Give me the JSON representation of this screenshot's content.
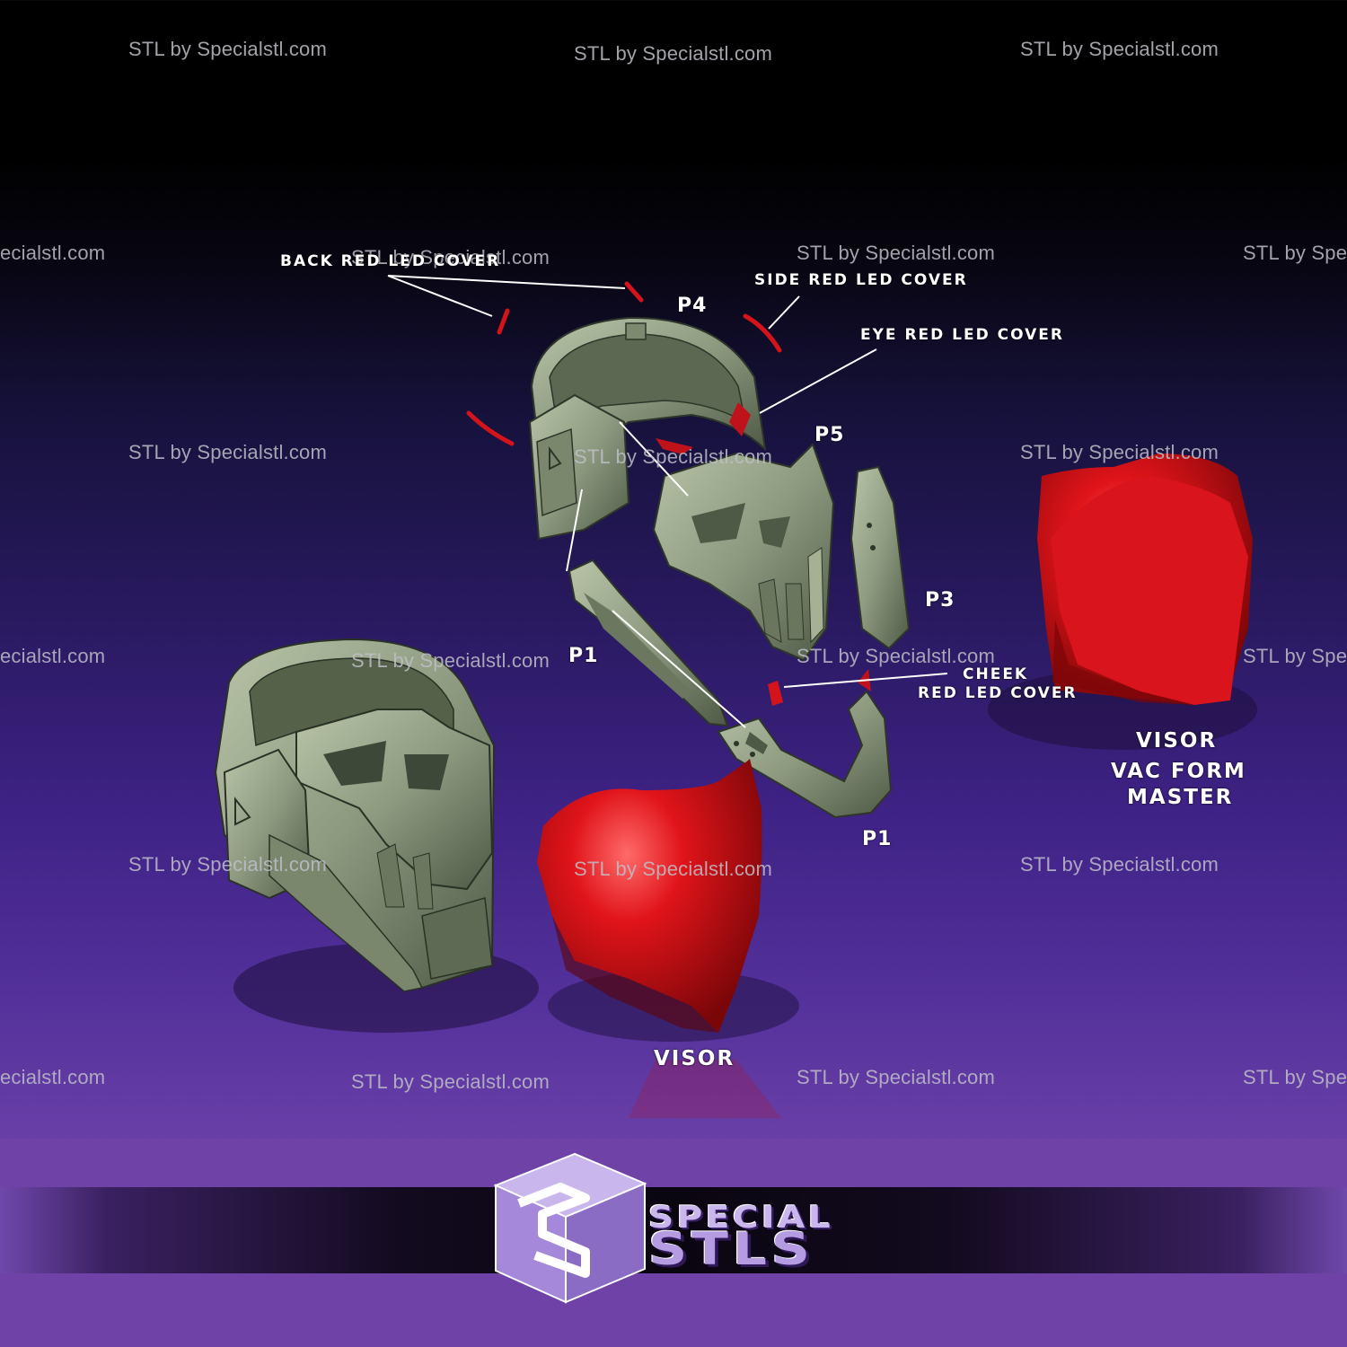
{
  "watermark": {
    "text": "STL by Specialstl.com",
    "partial_left": "ecialstl.com",
    "partial_right": "STL by Spec"
  },
  "labels": {
    "back_cover": "BACK RED LED COVER",
    "side_cover": "SIDE RED LED COVER",
    "eye_cover": "EYE RED LED COVER",
    "cheek_line1": "CHEEK",
    "cheek_line2": "RED LED COVER",
    "p4": "P4",
    "p5": "P5",
    "p3": "P3",
    "p1_upper": "P1",
    "p1_lower": "P1",
    "visor": "VISOR",
    "vac_line1": "VISOR",
    "vac_line2": "VAC FORM",
    "vac_line3": "MASTER"
  },
  "logo": {
    "word1": "SPECIAL",
    "word2": "STLS"
  },
  "colors": {
    "mask_green": "#8d9a80",
    "visor_red": "#d3141a",
    "accent_purple": "#6f42a8"
  }
}
